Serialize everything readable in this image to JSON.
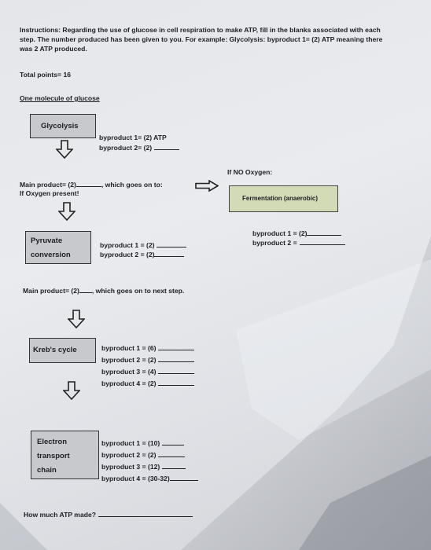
{
  "instructions": {
    "line1": "Instructions: Regarding the use of glucose in cell respiration to make ATP, fill in the blanks associated with each",
    "line2": "step.  The number produced has been given to you.  For example: Glycolysis: byproduct 1= (2) ATP meaning there",
    "line3": "was 2 ATP produced."
  },
  "total_points": "Total points= 16",
  "section_title": "One molecule of glucose",
  "glycolysis": {
    "label": "Glycolysis",
    "byproduct1": "byproduct 1= (2) ATP",
    "byproduct2": "byproduct 2= (2)"
  },
  "main_product_1": {
    "label": "Main product= (2)",
    "goes_on": ", which goes on to:",
    "oxygen": "If Oxygen present!"
  },
  "no_oxygen": {
    "label": "If NO Oxygen:",
    "box": "Fermentation (anaerobic)",
    "byproduct1": "byproduct 1 = (2)",
    "byproduct2": "byproduct 2 ="
  },
  "pyruvate": {
    "line1": "Pyruvate",
    "line2": "conversion",
    "byproduct1": "byproduct 1 = (2)",
    "byproduct2": "byproduct 2 = (2)"
  },
  "main_product_2": {
    "label": "Main product= (2)",
    "rest": ", which goes on to next step."
  },
  "krebs": {
    "label": "Kreb's cycle",
    "byproduct1": "byproduct 1 = (6)",
    "byproduct2": "byproduct 2 = (2)",
    "byproduct3": "byproduct 3 = (4)",
    "byproduct4": "byproduct 4 = (2)"
  },
  "etc": {
    "line1": "Electron",
    "line2": "transport",
    "line3": "chain",
    "byproduct1": "byproduct 1 = (10)",
    "byproduct2": "byproduct 2 = (2)",
    "byproduct3": "byproduct 3 = (12)",
    "byproduct4": "byproduct 4 = (30-32)"
  },
  "question": "How much ATP made?",
  "icons": {
    "down_arrow": "down-arrow-icon",
    "right_arrow": "right-arrow-icon"
  }
}
